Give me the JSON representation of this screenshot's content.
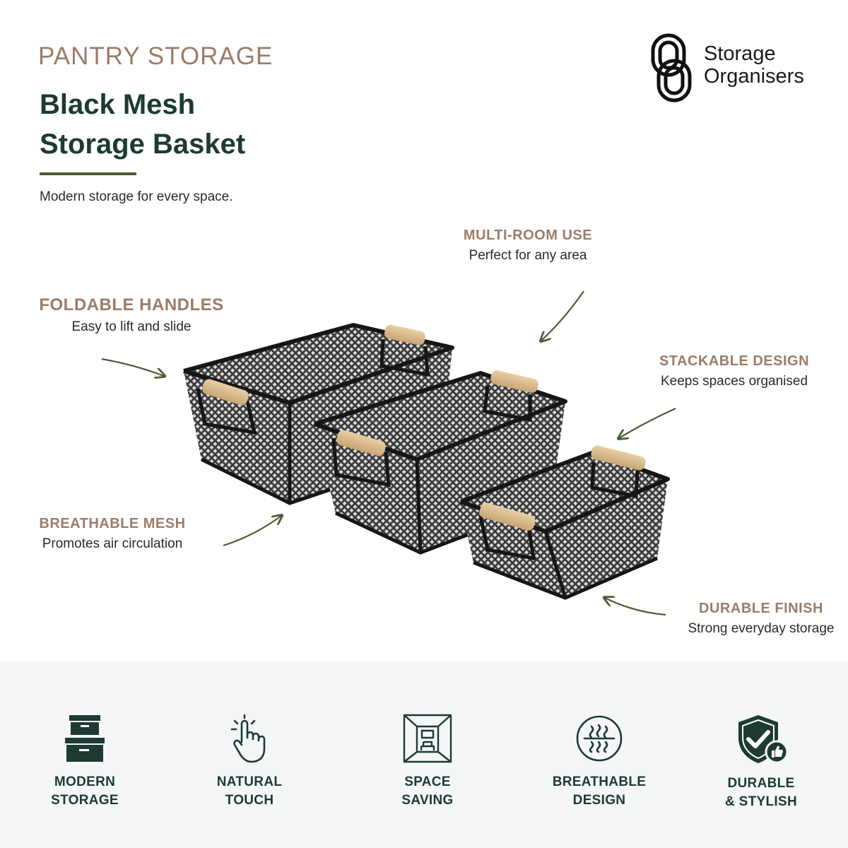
{
  "header": {
    "eyebrow": "PANTRY STORAGE",
    "title_line1": "Black Mesh",
    "title_line2": "Storage Basket",
    "tagline": "Modern storage for every space."
  },
  "brand": {
    "line1": "Storage",
    "line2": "Organisers",
    "logo_icon": "interlocking-loops-logo"
  },
  "callouts": {
    "multi_room": {
      "head": "MULTI-ROOM USE",
      "sub": "Perfect for any area"
    },
    "foldable": {
      "head": "FOLDABLE HANDLES",
      "sub": "Easy to lift and slide"
    },
    "stackable": {
      "head": "STACKABLE DESIGN",
      "sub": "Keeps spaces organised"
    },
    "breathable": {
      "head": "BREATHABLE MESH",
      "sub": "Promotes air circulation"
    },
    "durable": {
      "head": "DURABLE FINISH",
      "sub": "Strong everyday storage"
    }
  },
  "features": [
    {
      "line1": "MODERN",
      "line2": "STORAGE",
      "icon": "stacked-boxes-icon"
    },
    {
      "line1": "NATURAL",
      "line2": "TOUCH",
      "icon": "pointing-hand-icon"
    },
    {
      "line1": "SPACE",
      "line2": "SAVING",
      "icon": "room-layout-icon"
    },
    {
      "line1": "BREATHABLE",
      "line2": "DESIGN",
      "icon": "airflow-icon"
    },
    {
      "line1": "DURABLE",
      "line2": "& STYLISH",
      "icon": "shield-check-icon"
    }
  ],
  "colors": {
    "accent_brown": "#9b7c68",
    "title_green": "#1d3a33",
    "arrow_green": "#4c5c3a",
    "basket_black": "#161616",
    "wood": "#d9b98c",
    "band_bg": "#f4f6f8"
  }
}
